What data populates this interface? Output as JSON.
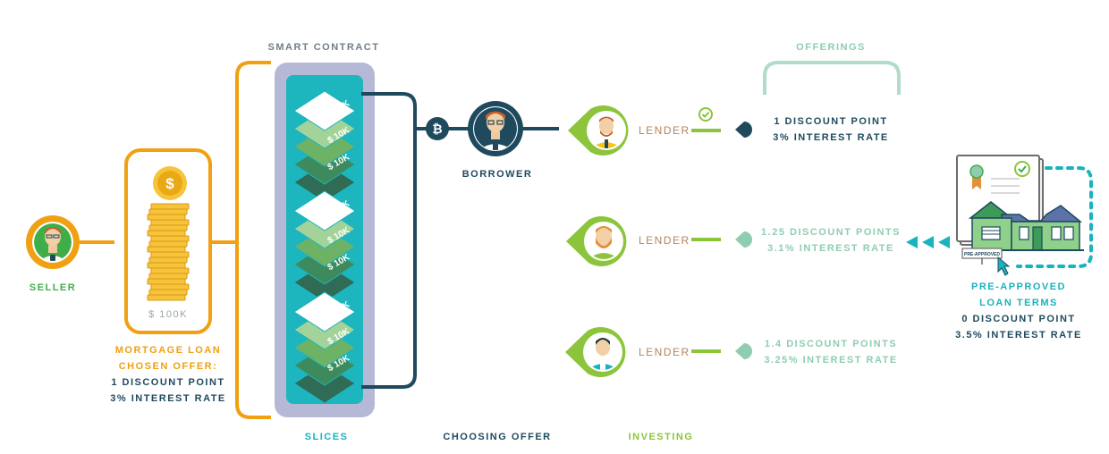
{
  "labels": {
    "smart_contract": "SMART CONTRACT",
    "offerings": "OFFERINGS",
    "seller": "SELLER",
    "borrower": "BORROWER",
    "coin_amount": "$ 100K",
    "slice_value": "$ 10K",
    "slices": "SLICES",
    "choosing_offer": "CHOOSING OFFER",
    "investing": "INVESTING"
  },
  "chosen_offer": {
    "line1": "MORTGAGE LOAN",
    "line2": "CHOSEN OFFER:",
    "line3": "1 DISCOUNT POINT",
    "line4": "3% INTEREST RATE"
  },
  "lenders": [
    {
      "label": "LENDER",
      "discount": "1 DISCOUNT POINT",
      "rate": "3% INTEREST RATE",
      "selected": true
    },
    {
      "label": "LENDER",
      "discount": "1.25 DISCOUNT POINTS",
      "rate": "3.1% INTEREST RATE",
      "selected": false
    },
    {
      "label": "LENDER",
      "discount": "1.4 DISCOUNT POINTS",
      "rate": "3.25% INTEREST RATE",
      "selected": false
    }
  ],
  "pre_approved": {
    "line1": "PRE-APPROVED",
    "line2": "LOAN TERMS",
    "line3": "0 DISCOUNT POINT",
    "line4": "3.5% INTEREST RATE",
    "sign_text": "PRE-APPROVED"
  },
  "icons": {
    "bitcoin": "bitcoin-icon",
    "check": "check-icon",
    "award": "award-ribbon-icon"
  },
  "colors": {
    "orange": "#f0a010",
    "navy": "#1f4a5e",
    "teal": "#18b3be",
    "lime": "#8cc43c",
    "lavender": "#b6b9d6",
    "sage": "#8fcdb0",
    "green": "#3fae49"
  }
}
